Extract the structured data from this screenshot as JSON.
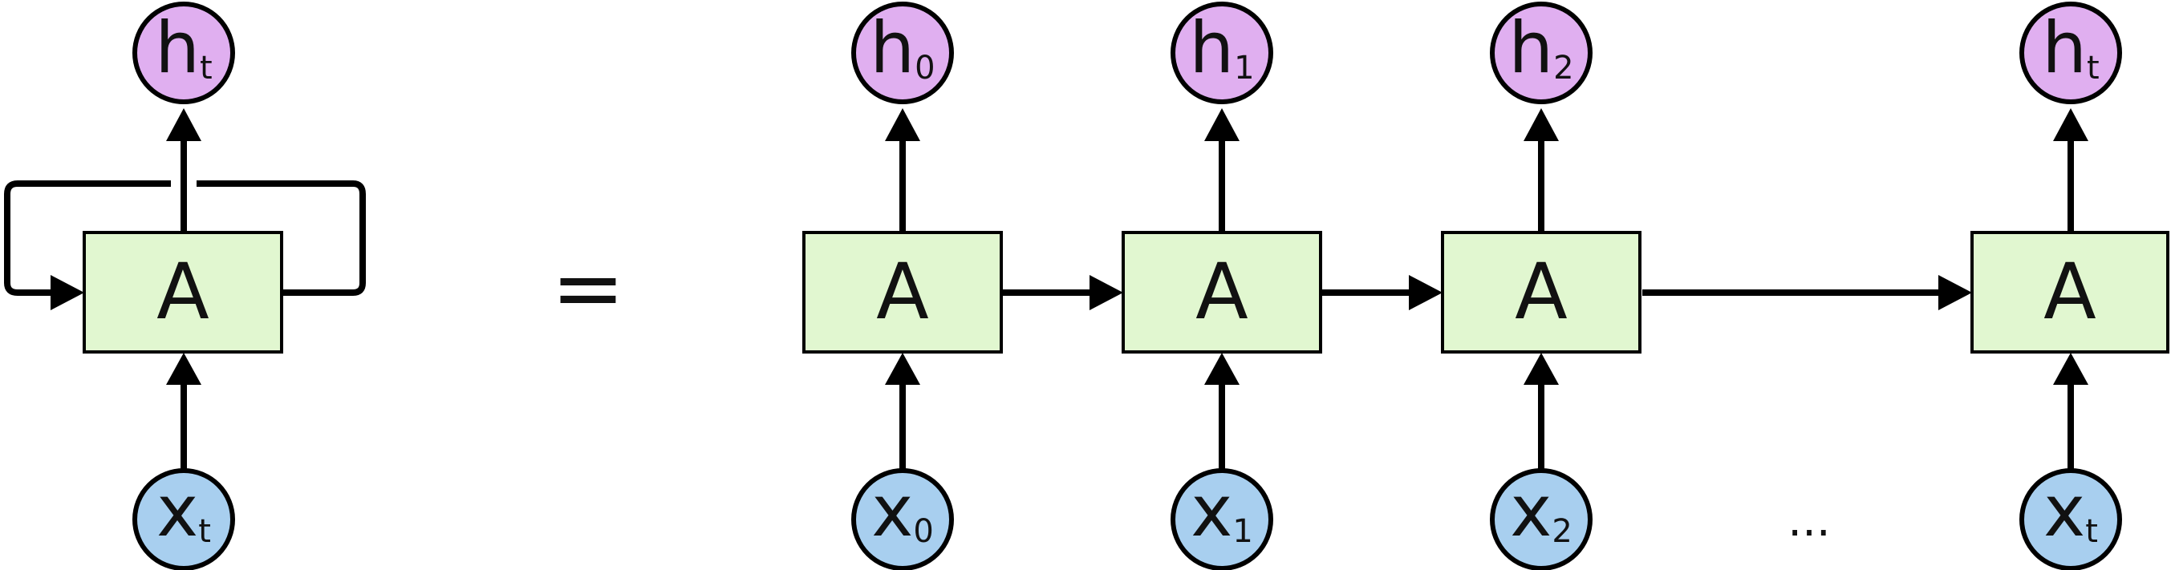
{
  "diagram": {
    "cell_label": "A",
    "equals": "=",
    "ellipsis": "...",
    "output_letter": "h",
    "input_letter": "x",
    "folded": {
      "output_sub": "t",
      "input_sub": "t"
    },
    "unrolled": [
      {
        "output_sub": "0",
        "input_sub": "0"
      },
      {
        "output_sub": "1",
        "input_sub": "1"
      },
      {
        "output_sub": "2",
        "input_sub": "2"
      },
      {
        "output_sub": "t",
        "input_sub": "t"
      }
    ],
    "colors": {
      "cell_fill": "#e1f7d0",
      "output_fill": "#e0aff0",
      "input_fill": "#a8cfef",
      "stroke": "#000000"
    }
  }
}
